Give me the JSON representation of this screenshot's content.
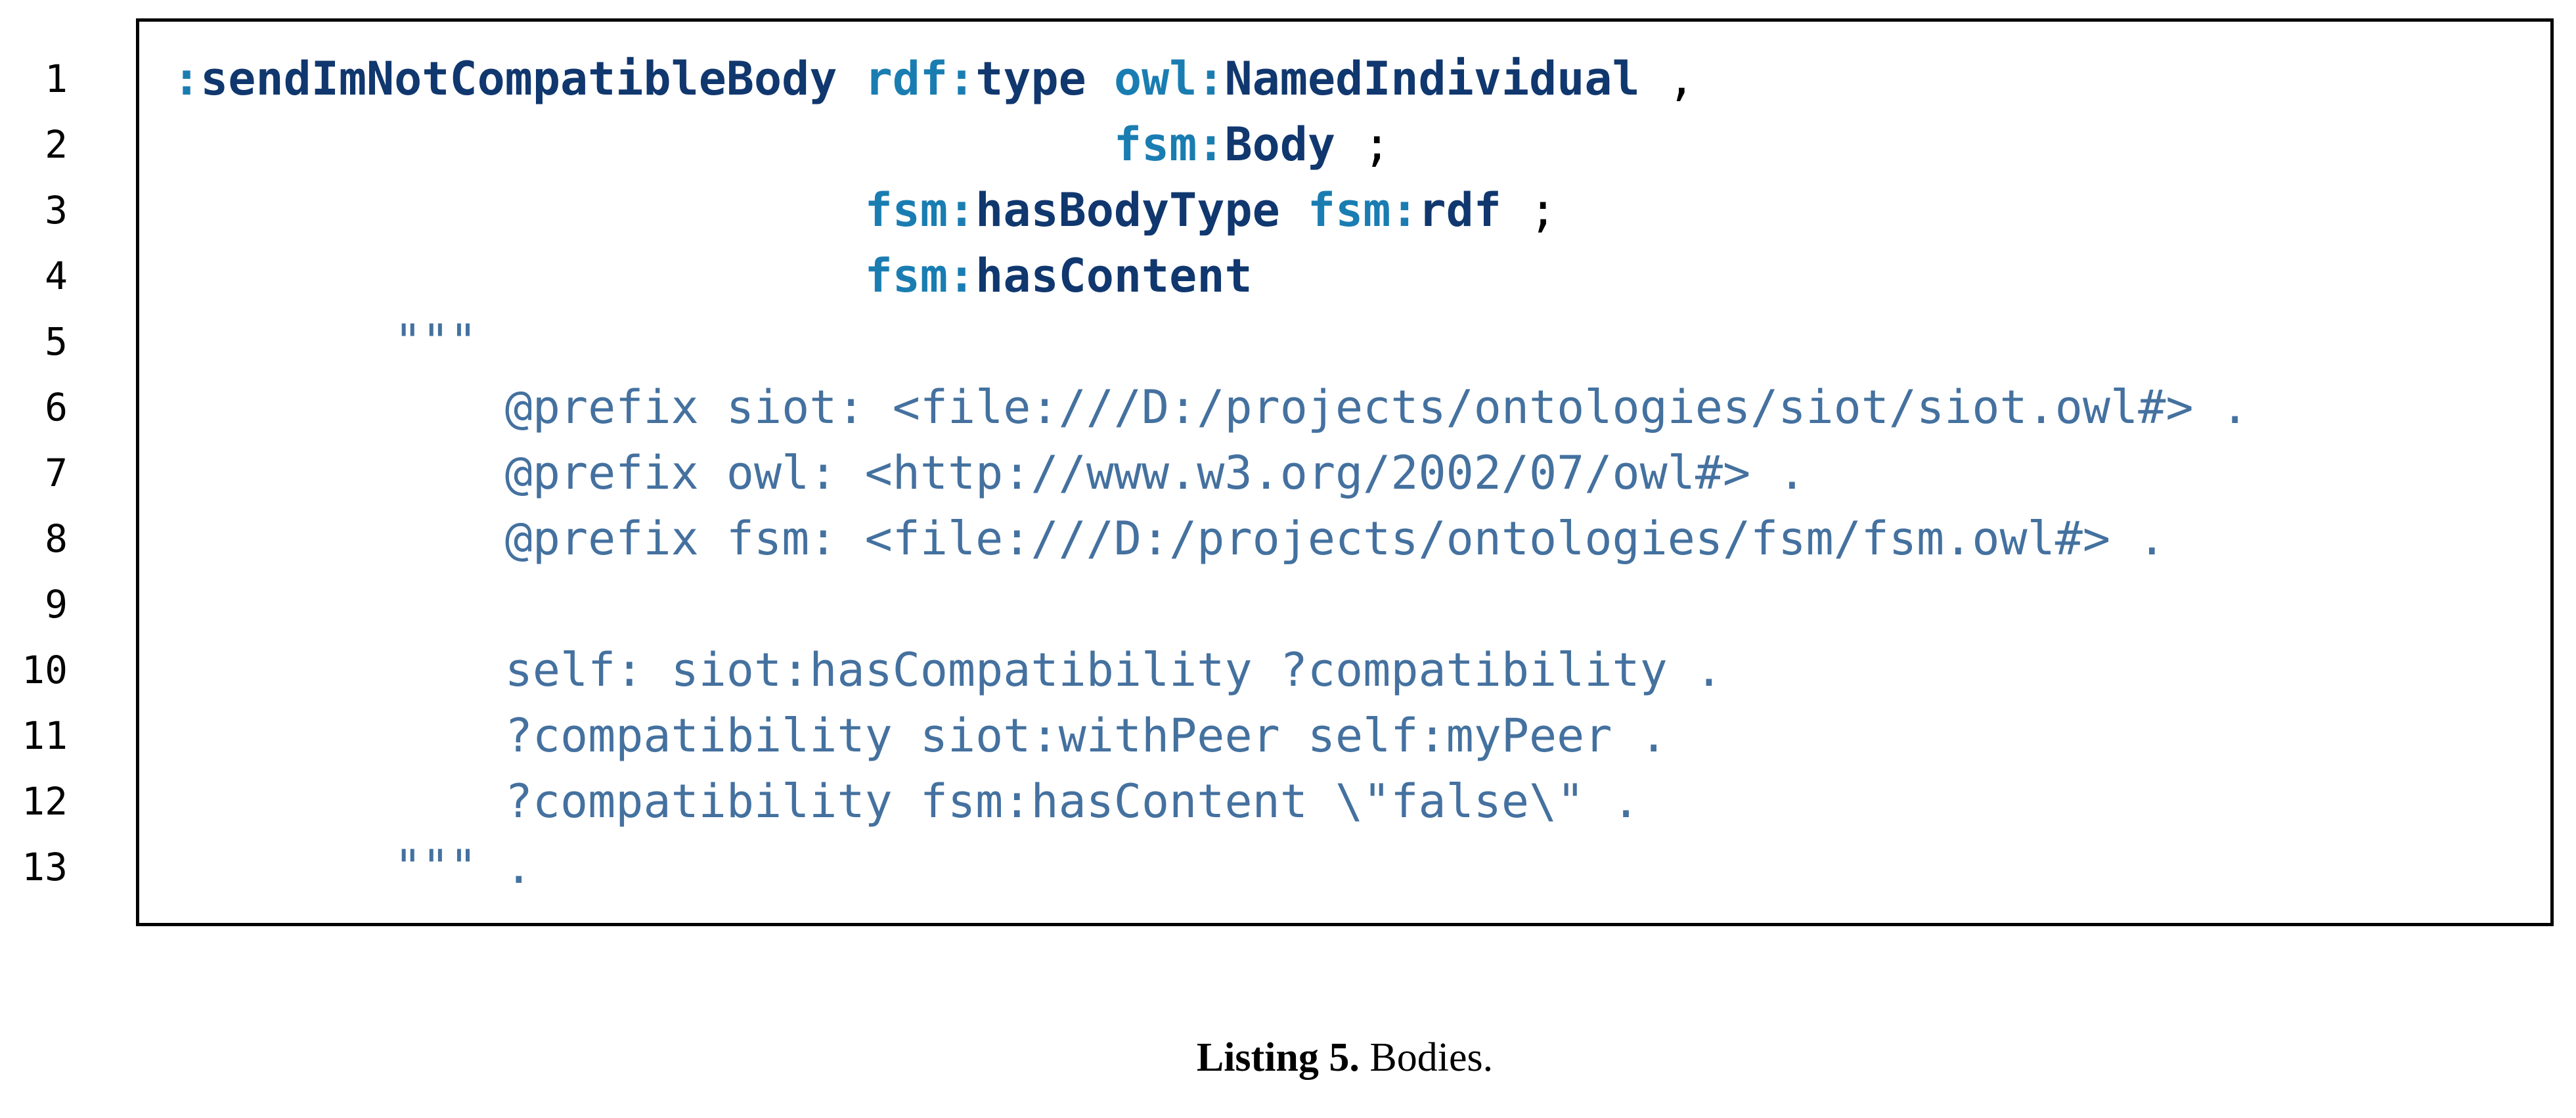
{
  "colors": {
    "prefix_blue": "#1a7db2",
    "name_navy": "#10376e",
    "string_slate": "#44719f",
    "punct_black": "#000000",
    "border_black": "#000000",
    "background": "#ffffff"
  },
  "caption": {
    "label": "Listing 5.",
    "text": " Bodies."
  },
  "listing": {
    "line_numbers": [
      "1",
      "2",
      "3",
      "4",
      "5",
      "6",
      "7",
      "8",
      "9",
      "10",
      "11",
      "12",
      "13"
    ],
    "lines": [
      {
        "segments": [
          [
            "p",
            ":"
          ],
          [
            "l",
            "sendImNotCompatibleBody"
          ],
          [
            "k",
            " "
          ],
          [
            "p",
            "rdf:"
          ],
          [
            "l",
            "type"
          ],
          [
            "k",
            " "
          ],
          [
            "p",
            "owl:"
          ],
          [
            "l",
            "NamedIndividual"
          ],
          [
            "k",
            " ,"
          ]
        ]
      },
      {
        "segments": [
          [
            "k",
            "                                  "
          ],
          [
            "p",
            "fsm:"
          ],
          [
            "l",
            "Body"
          ],
          [
            "k",
            " ;"
          ]
        ]
      },
      {
        "segments": [
          [
            "k",
            "                         "
          ],
          [
            "p",
            "fsm:"
          ],
          [
            "l",
            "hasBodyType"
          ],
          [
            "k",
            " "
          ],
          [
            "p",
            "fsm:"
          ],
          [
            "l",
            "rdf"
          ],
          [
            "k",
            " ;"
          ]
        ]
      },
      {
        "segments": [
          [
            "k",
            "                         "
          ],
          [
            "p",
            "fsm:"
          ],
          [
            "l",
            "hasContent"
          ]
        ]
      },
      {
        "segments": [
          [
            "s",
            "        \"\"\""
          ]
        ]
      },
      {
        "segments": [
          [
            "s",
            "            @prefix siot: <file:///D:/projects/ontologies/siot/siot.owl#> ."
          ]
        ]
      },
      {
        "segments": [
          [
            "s",
            "            @prefix owl: <http://www.w3.org/2002/07/owl#> ."
          ]
        ]
      },
      {
        "segments": [
          [
            "s",
            "            @prefix fsm: <file:///D:/projects/ontologies/fsm/fsm.owl#> ."
          ]
        ]
      },
      {
        "segments": []
      },
      {
        "segments": [
          [
            "s",
            "            self: siot:hasCompatibility ?compatibility ."
          ]
        ]
      },
      {
        "segments": [
          [
            "s",
            "            ?compatibility siot:withPeer self:myPeer ."
          ]
        ]
      },
      {
        "segments": [
          [
            "s",
            "            ?compatibility fsm:hasContent \\\"false\\\" ."
          ]
        ]
      },
      {
        "segments": [
          [
            "s",
            "        \"\"\" ."
          ]
        ]
      }
    ]
  }
}
